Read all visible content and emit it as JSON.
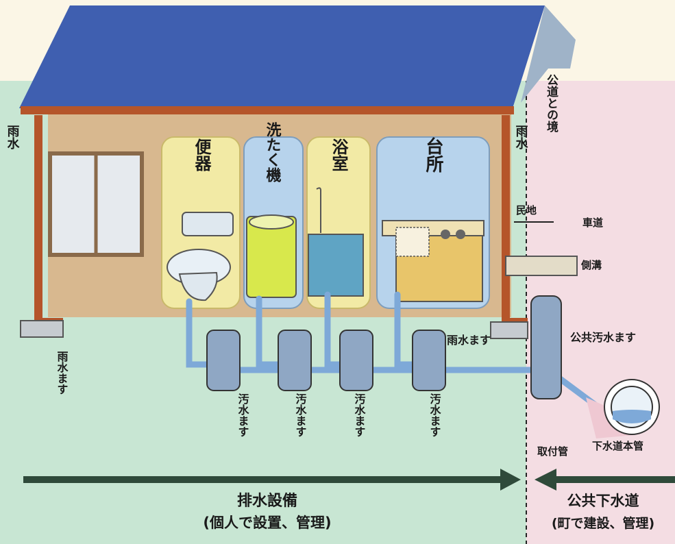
{
  "colors": {
    "private_area": "#c8e6d3",
    "public_area": "#f4dde3",
    "roof": "#3f5fb0",
    "wall": "#d8b88f",
    "gutter": "#b5552a",
    "pipe": "#7ea9d8",
    "panel": "#f2eaa5",
    "panel_blue": "#b7d3ec"
  },
  "labels": {
    "rain_left": "雨水",
    "rain_right": "雨水",
    "rain_basin_left": "雨水ます",
    "rain_basin_right": "雨水ます",
    "boundary": "公道との境",
    "private_land": "民地",
    "roadway": "車道",
    "side_ditch": "側溝",
    "public_sewage_basin": "公共汚水ます",
    "connection_pipe": "取付管",
    "main_sewer": "下水道本管"
  },
  "rooms": [
    {
      "label": "便器",
      "icon": "toilet-icon"
    },
    {
      "label": "洗たく機",
      "icon": "washing-machine-icon"
    },
    {
      "label": "浴室",
      "icon": "bathtub-icon"
    },
    {
      "label": "台所",
      "icon": "kitchen-sink-icon"
    }
  ],
  "sewage_basins": [
    "汚水ます",
    "汚水ます",
    "汚水ます",
    "汚水ます"
  ],
  "bottom": {
    "private_title": "排水設備",
    "private_note": "(個人で設置、管理)",
    "public_title": "公共下水道",
    "public_note": "(町で建設、管理)"
  }
}
